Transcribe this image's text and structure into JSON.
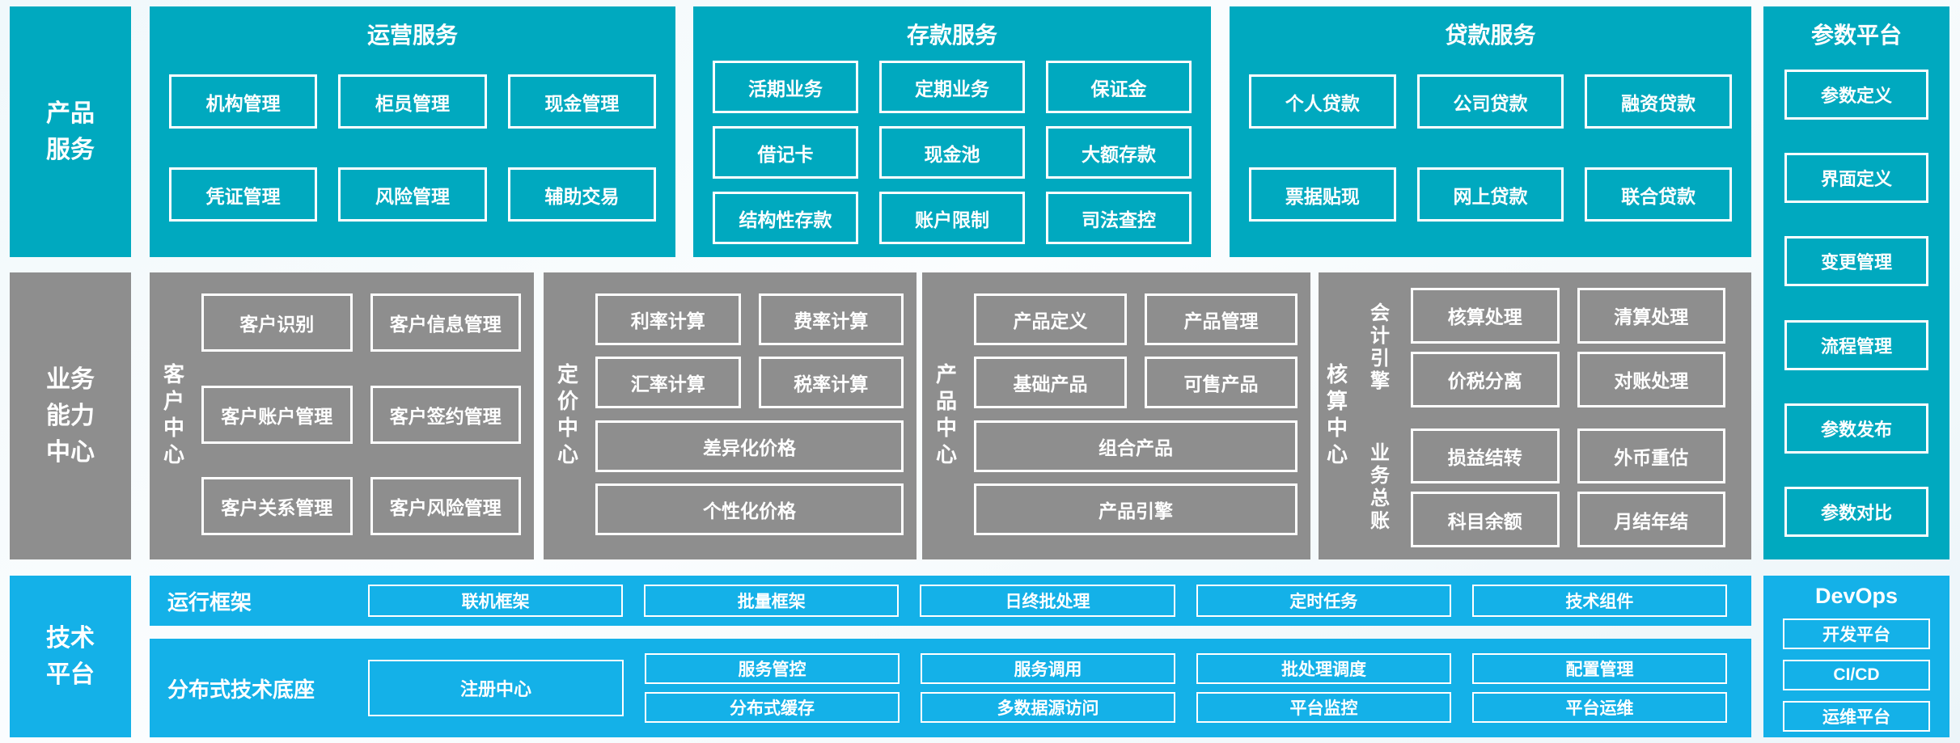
{
  "palette": {
    "teal": "#00a9bf",
    "gray": "#8e8e8e",
    "blue": "#14b1e8",
    "box_border": "#ffffff",
    "text": "#ffffff"
  },
  "rails": [
    {
      "label": "产品\n服务"
    },
    {
      "label": "业务\n能力\n中心"
    },
    {
      "label": "技术\n平台"
    }
  ],
  "top_sections": [
    {
      "title": "运营服务",
      "items": [
        "机构管理",
        "柜员管理",
        "现金管理",
        "凭证管理",
        "风险管理",
        "辅助交易"
      ]
    },
    {
      "title": "存款服务",
      "items": [
        "活期业务",
        "定期业务",
        "保证金",
        "借记卡",
        "现金池",
        "大额存款",
        "结构性存款",
        "账户限制",
        "司法查控"
      ]
    },
    {
      "title": "贷款服务",
      "items": [
        "个人贷款",
        "公司贷款",
        "融资贷款",
        "票据贴现",
        "网上贷款",
        "联合贷款"
      ]
    }
  ],
  "parameter_platform": {
    "title": "参数平台",
    "items": [
      "参数定义",
      "界面定义",
      "变更管理",
      "流程管理",
      "参数发布",
      "参数对比"
    ]
  },
  "capability_sections": [
    {
      "vlabel": "客户中心",
      "rows": [
        [
          "客户识别",
          "客户信息管理"
        ],
        [
          "客户账户管理",
          "客户签约管理"
        ],
        [
          "客户关系管理",
          "客户风险管理"
        ]
      ]
    },
    {
      "vlabel": "定价中心",
      "rows": [
        [
          "利率计算",
          "费率计算"
        ],
        [
          "汇率计算",
          "税率计算"
        ],
        [
          "差异化价格"
        ],
        [
          "个性化价格"
        ]
      ]
    },
    {
      "vlabel": "产品中心",
      "rows": [
        [
          "产品定义",
          "产品管理"
        ],
        [
          "基础产品",
          "可售产品"
        ],
        [
          "组合产品"
        ],
        [
          "产品引擎"
        ]
      ]
    },
    {
      "vlabel": "核算中心",
      "groups": [
        {
          "sublabel": "会计引擎",
          "rows": [
            [
              "核算处理",
              "清算处理"
            ],
            [
              "价税分离",
              "对账处理"
            ]
          ]
        },
        {
          "sublabel": "业务总账",
          "rows": [
            [
              "损益结转",
              "外币重估"
            ],
            [
              "科目余额",
              "月结年结"
            ]
          ]
        }
      ]
    }
  ],
  "tech_bands": [
    {
      "label": "运行框架",
      "items": [
        "联机框架",
        "批量框架",
        "日终批处理",
        "定时任务",
        "技术组件"
      ]
    },
    {
      "label": "分布式技术底座",
      "feature": "注册中心",
      "rows": [
        [
          "服务管控",
          "服务调用",
          "批处理调度",
          "配置管理"
        ],
        [
          "分布式缓存",
          "多数据源访问",
          "平台监控",
          "平台运维"
        ]
      ]
    }
  ],
  "devops": {
    "title": "DevOps",
    "items": [
      "开发平台",
      "CI/CD",
      "运维平台"
    ]
  }
}
